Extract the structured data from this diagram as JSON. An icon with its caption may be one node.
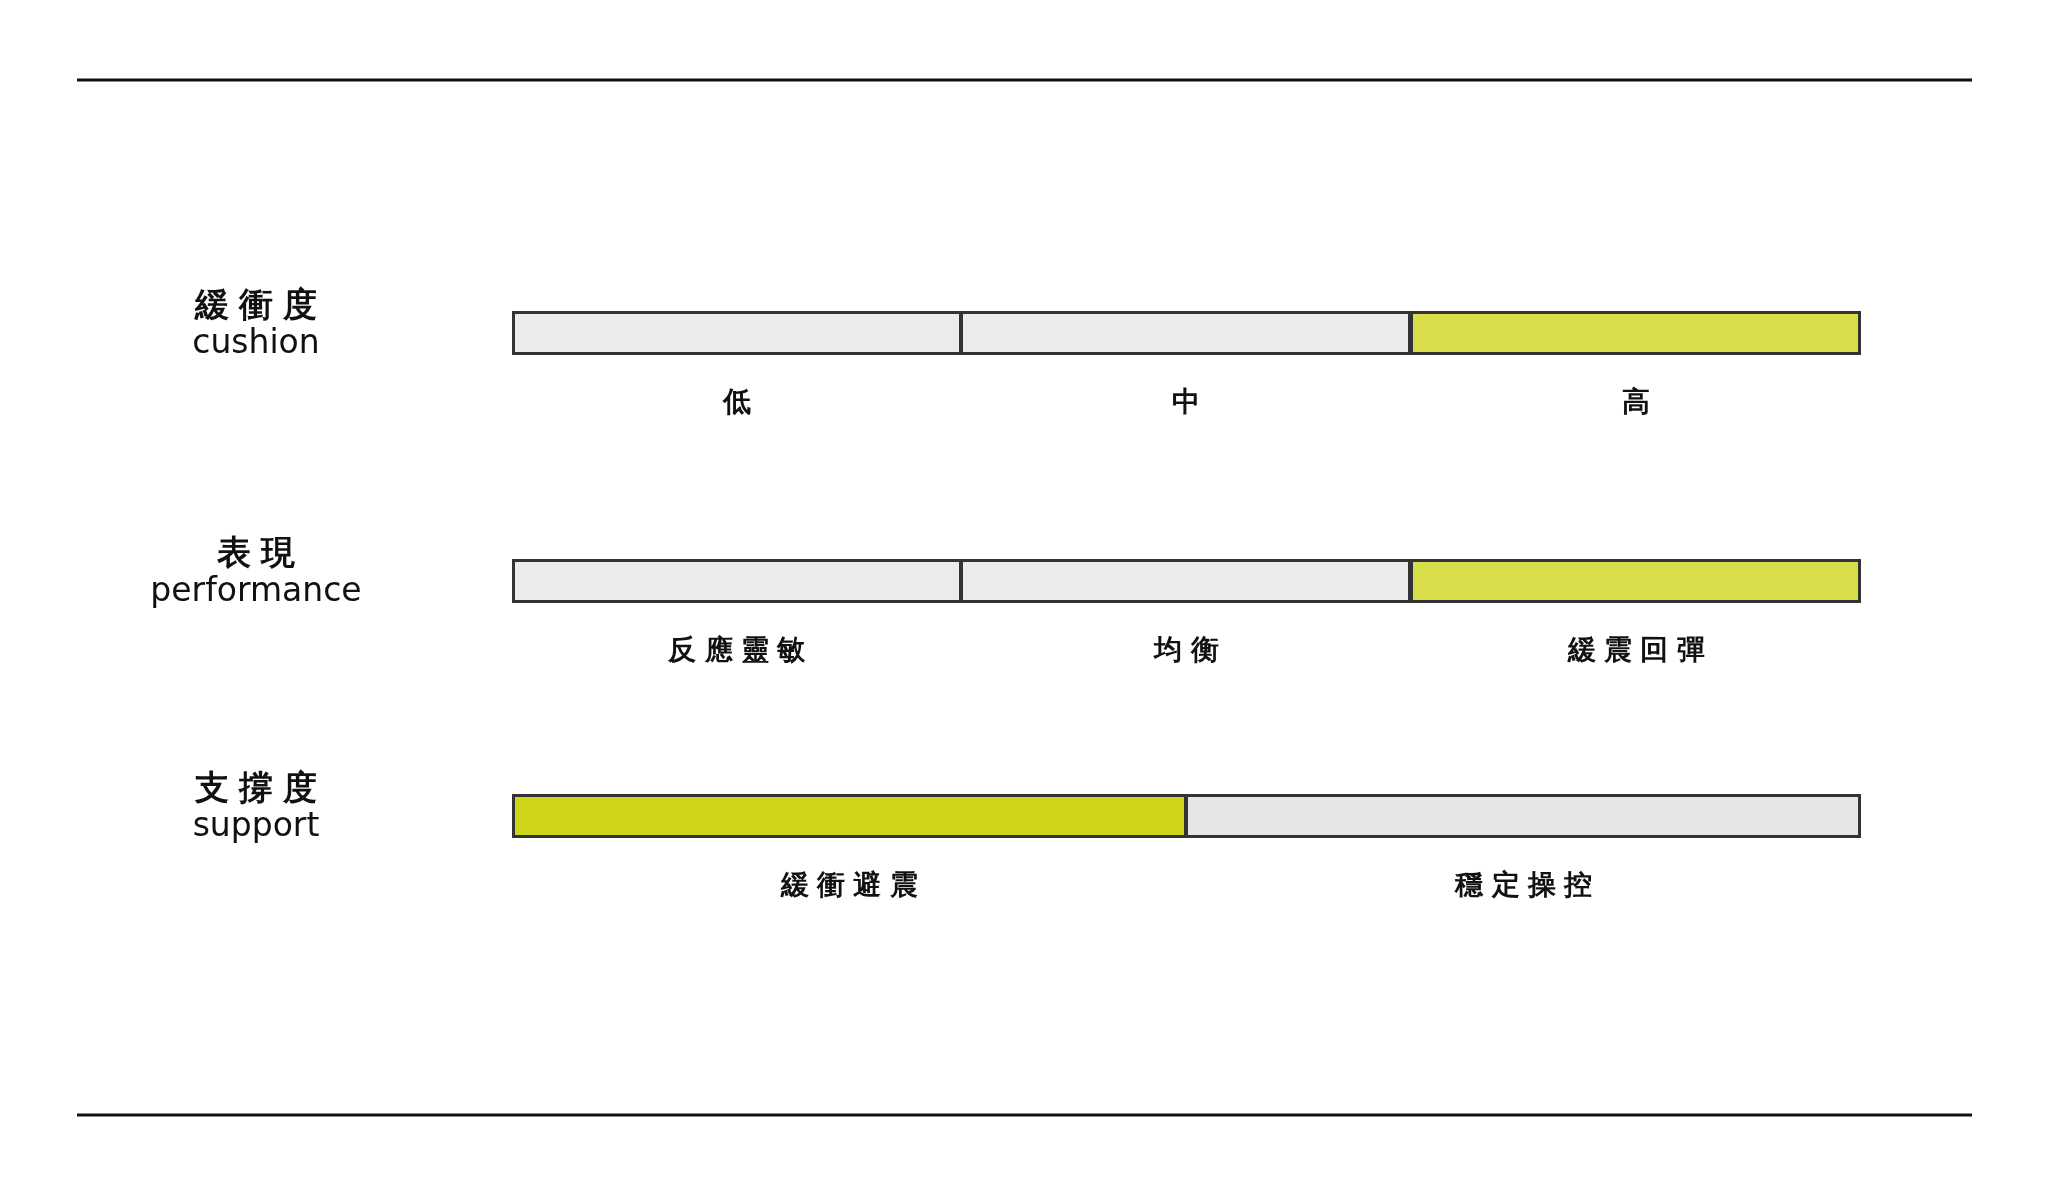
{
  "diagram": {
    "nodes": [
      {
        "text": [],
        "shape": "bar",
        "beside": [
          "緩衝度",
          "cushion"
        ]
      },
      {
        "text": [],
        "shape": "bar",
        "in": 0
      },
      {
        "text": [],
        "shape": "bar",
        "in": 0
      },
      {
        "text": [],
        "shape": "bar",
        "in": 0
      },
      {
        "text": [],
        "shape": "bar",
        "beside": [
          "表現",
          "performance"
        ]
      },
      {
        "text": [],
        "shape": "bar",
        "in": 4
      },
      {
        "text": [],
        "shape": "bar",
        "in": 4
      },
      {
        "text": [],
        "shape": "bar",
        "in": 4
      },
      {
        "text": [],
        "shape": "bar",
        "beside": [
          "支撐度",
          "support"
        ]
      },
      {
        "text": [],
        "shape": "bar",
        "in": 8
      },
      {
        "text": [],
        "shape": "bar",
        "in": 8
      }
    ],
    "labels": [
      "低",
      "中",
      "高",
      "反應靈敏",
      "均衡",
      "緩震回彈",
      "緩衝避震",
      "穩定操控"
    ]
  }
}
